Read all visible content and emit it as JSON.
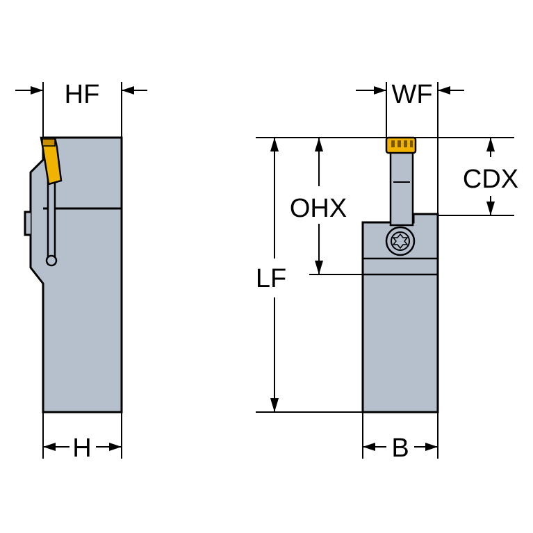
{
  "labels": {
    "hf": "HF",
    "wf": "WF",
    "cdx": "CDX",
    "ohx": "OHX",
    "lf": "LF",
    "h": "H",
    "b": "B"
  },
  "colors": {
    "body": "#b5c0cc",
    "insert": "#f0b400",
    "insert_dark": "#b07e00",
    "line": "#000000"
  },
  "icons": {
    "screw": "torx-screw-icon"
  }
}
